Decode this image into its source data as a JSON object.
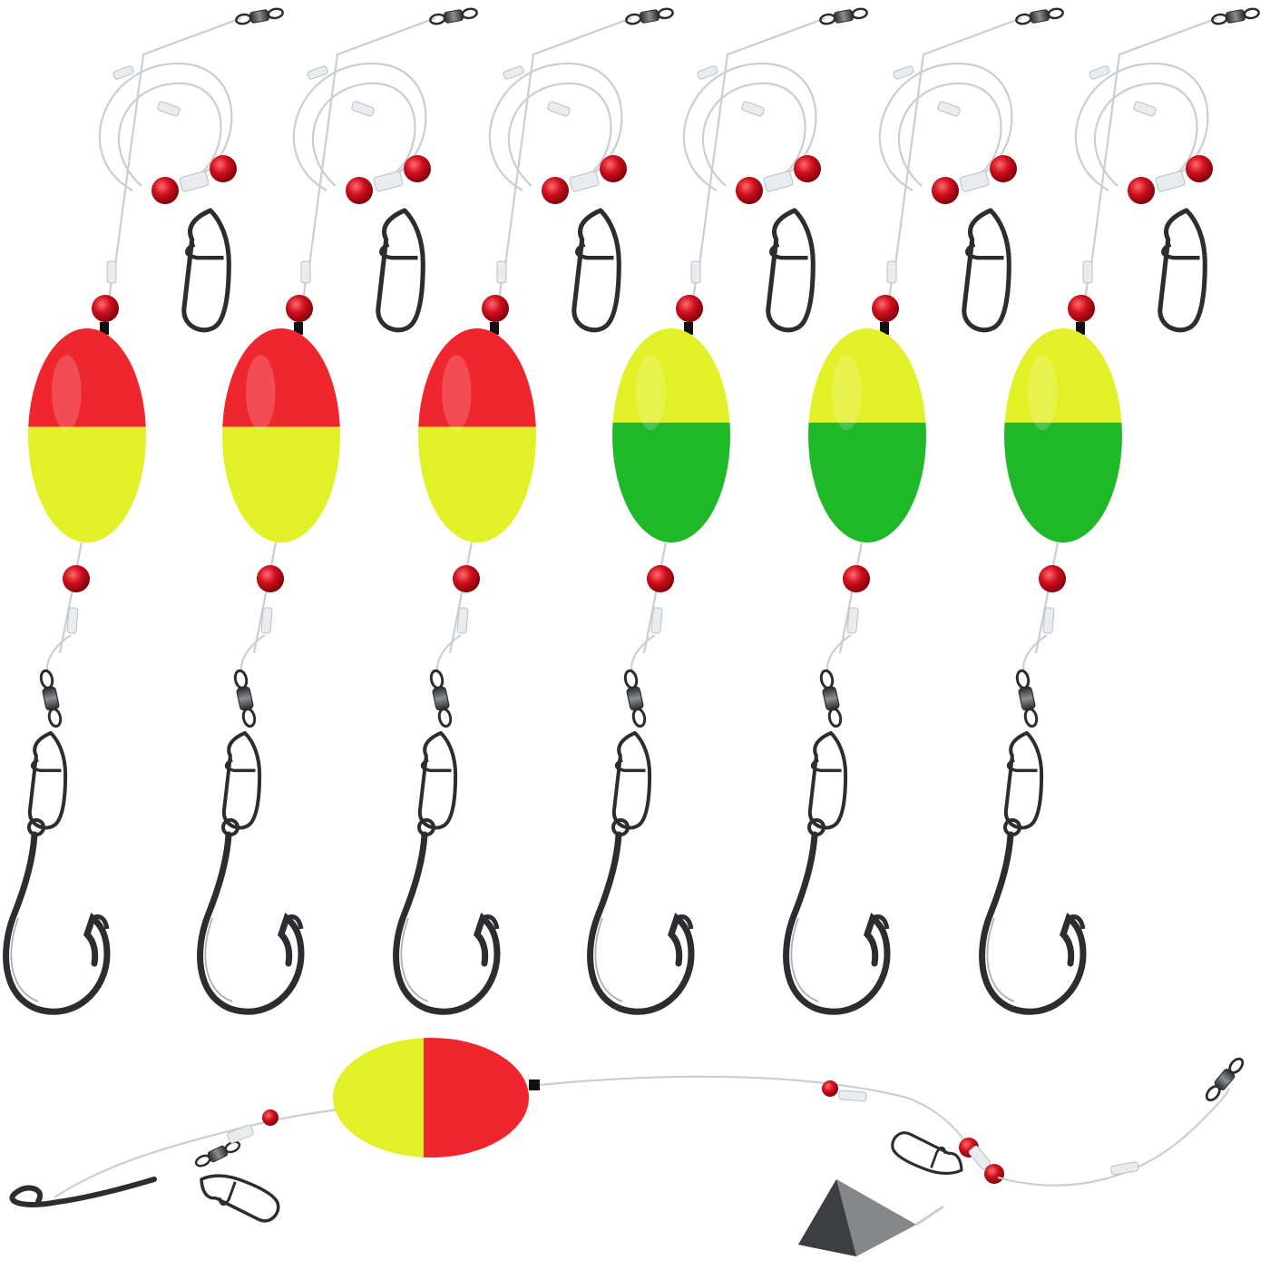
{
  "scene": {
    "subject": "",
    "background_color": "#ffffff",
    "rigs": [
      {
        "top_color": "#f0262f",
        "bottom_color": "#e2f028"
      },
      {
        "top_color": "#f0262f",
        "bottom_color": "#e2f028"
      },
      {
        "top_color": "#f0262f",
        "bottom_color": "#e2f028"
      },
      {
        "top_color": "#e2f028",
        "bottom_color": "#1fb829"
      },
      {
        "top_color": "#e2f028",
        "bottom_color": "#1fb829"
      },
      {
        "top_color": "#e2f028",
        "bottom_color": "#1fb829"
      }
    ],
    "assembled_rig": {
      "float_left_color": "#e2f028",
      "float_right_color": "#f0262f",
      "includes": [
        "hook",
        "snap",
        "swivel",
        "bead",
        "float",
        "line",
        "pyramid-sinker"
      ]
    },
    "colors": {
      "bead": "#d0101e",
      "metal": "#2b2d30",
      "metal_highlight": "#8a8d92",
      "line": "#c9ced4",
      "tube": "#e8ecef"
    }
  }
}
